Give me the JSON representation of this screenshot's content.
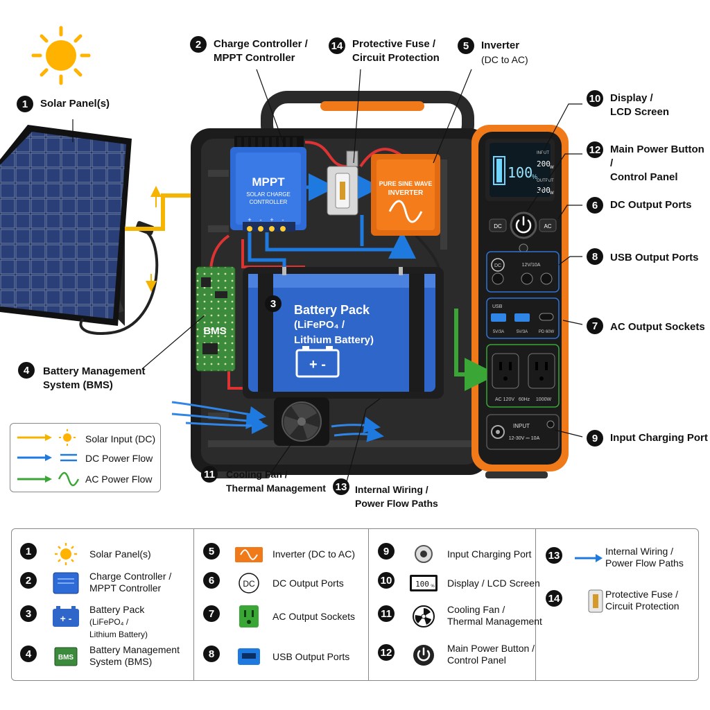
{
  "labels": {
    "solar_panels": "Solar Panel(s)",
    "charge_controller": [
      "Charge Controller /",
      "MPPT Controller"
    ],
    "fuse": [
      "Protective Fuse /",
      "Circuit Protection"
    ],
    "inverter": "Inverter",
    "inverter_sub": "(DC to AC)",
    "display": [
      "Display /",
      "LCD Screen"
    ],
    "power_button": [
      "Main Power Button /",
      "Control Panel"
    ],
    "dc_ports": "DC Output Ports",
    "usb_ports": "USB Output Ports",
    "ac_sockets": "AC Output Sockets",
    "input_port": "Input Charging Port",
    "battery_pack": [
      "Battery Pack",
      "(LiFePO₄ /",
      "Lithium Battery)"
    ],
    "bms": [
      "Battery Management",
      "System (BMS)"
    ],
    "cooling_fan": [
      "Cooling Fan /",
      "Thermal Management"
    ],
    "internal_wiring": [
      "Internal Wiring /",
      "Power Flow Paths"
    ]
  },
  "numbers": {
    "solar": "1",
    "cc": "2",
    "battery": "3",
    "bms": "4",
    "inverter": "5",
    "dc": "6",
    "ac": "7",
    "usb": "8",
    "input": "9",
    "display": "10",
    "fan": "11",
    "button": "12",
    "wiring": "13",
    "fuse": "14"
  },
  "device": {
    "mppt_title": "MPPT",
    "mppt_sub1": "SOLAR CHARGE",
    "mppt_sub2": "CONTROLLER",
    "mppt_terms": [
      "+",
      "-",
      "+",
      "-"
    ],
    "inverter_t1": "PURE SINE WAVE",
    "inverter_t2": "INVERTER",
    "bms_chip": "BMS",
    "lcd_pct": "100",
    "lcd_pct_sign": "%",
    "lcd_input": "INPUT",
    "lcd_input_val": "200",
    "lcd_output": "OUTPUT",
    "lcd_output_val": "300",
    "lcd_unit": "W",
    "btn_dc": "DC",
    "btn_ac": "AC",
    "dc_badge": "DC",
    "dc_spec": "12V/10A",
    "usb_label": "USB",
    "usb1": "5V/3A",
    "usb2": "5V/3A",
    "usbc": "PD 60W",
    "ac_spec1": "AC 120V",
    "ac_spec2": "60Hz",
    "ac_spec3": "1000W",
    "input_t": "INPUT",
    "input_spec": "12-30V ⎓ 10A"
  },
  "legend": [
    {
      "text": "Solar Input (DC)",
      "color": "#f5b400"
    },
    {
      "text": "DC Power Flow",
      "color": "#1f7ae0"
    },
    {
      "text": "AC Power Flow",
      "color": "#3aa635"
    }
  ],
  "key": [
    {
      "num": "1",
      "text": [
        "Solar Panel(s)"
      ],
      "icon": "sun-icon"
    },
    {
      "num": "2",
      "text": [
        "Charge Controller /",
        "MPPT Controller"
      ],
      "icon": "controller-icon"
    },
    {
      "num": "3",
      "text": [
        "Battery Pack",
        "(LiFePO₄ /",
        "Lithium Battery)"
      ],
      "icon": "battery-icon"
    },
    {
      "num": "4",
      "text": [
        "Battery Management",
        "System (BMS)"
      ],
      "icon": "bms-chip-icon"
    },
    {
      "num": "5",
      "text": [
        "Inverter (DC to AC)"
      ],
      "icon": "inverter-icon"
    },
    {
      "num": "6",
      "text": [
        "DC Output Ports"
      ],
      "icon": "dc-port-icon"
    },
    {
      "num": "7",
      "text": [
        "AC Output Sockets"
      ],
      "icon": "ac-socket-icon"
    },
    {
      "num": "8",
      "text": [
        "USB Output Ports"
      ],
      "icon": "usb-port-icon"
    },
    {
      "num": "9",
      "text": [
        "Input Charging Port"
      ],
      "icon": "input-port-icon"
    },
    {
      "num": "10",
      "text": [
        "Display / LCD Screen"
      ],
      "icon": "lcd-icon"
    },
    {
      "num": "11",
      "text": [
        "Cooling Fan /",
        "Thermal Management"
      ],
      "icon": "fan-icon"
    },
    {
      "num": "12",
      "text": [
        "Main Power Button /",
        "Control Panel"
      ],
      "icon": "power-button-icon"
    },
    {
      "num": "13",
      "text": [
        "Internal Wiring /",
        "Power Flow Paths"
      ],
      "icon": "arrow-icon"
    },
    {
      "num": "14",
      "text": [
        "Protective Fuse /",
        "Circuit Protection"
      ],
      "icon": "fuse-icon"
    }
  ],
  "key_icon_text": {
    "bms": "BMS",
    "lcd": "100",
    "lcd_pct": "%",
    "dc": "DC",
    "battery": "+ -"
  },
  "colors": {
    "solar": "#f5b400",
    "dc": "#1f7ae0",
    "ac": "#3aa635",
    "accent": "#f07a1a",
    "battery": "#2f66c9",
    "pcb": "#3c8a3c"
  }
}
